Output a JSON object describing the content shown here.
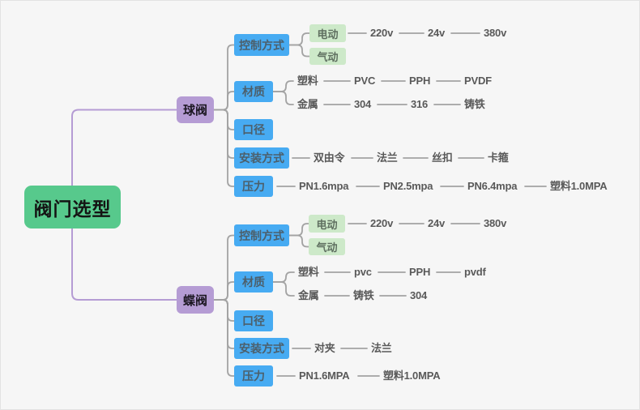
{
  "palette": {
    "canvas_bg": "#f6f6f6",
    "root_green": "#57c98c",
    "branch_purple": "#b59cd4",
    "topic_blue": "#47abf2",
    "sub_green": "#cde9c9",
    "line_gray": "#a3a3a3",
    "line_purple": "#b59cd4",
    "root_text": "#141414",
    "branch_text": "#1c1722",
    "topic_text": "#4c5f6b",
    "sub_text": "#5f6f60",
    "leaf_text": "#595959"
  },
  "mindmap": {
    "root": {
      "label": "阀门选型"
    },
    "branches": [
      {
        "label": "球阀",
        "topics": [
          {
            "label": "控制方式",
            "subs": [
              {
                "label": "电动",
                "chain": [
                  "220v",
                  "24v",
                  "380v"
                ]
              },
              {
                "label": "气动",
                "chain": []
              }
            ]
          },
          {
            "label": "材质",
            "subs": [
              {
                "label": "塑料",
                "chain": [
                  "PVC",
                  "PPH",
                  "PVDF"
                ]
              },
              {
                "label": "金属",
                "chain": [
                  "304",
                  "316",
                  "铸铁"
                ]
              }
            ]
          },
          {
            "label": "口径",
            "subs": []
          },
          {
            "label": "安装方式",
            "chain": [
              "双由令",
              "法兰",
              "丝扣",
              "卡箍"
            ]
          },
          {
            "label": "压力",
            "chain": [
              "PN1.6mpa",
              "PN2.5mpa",
              "PN6.4mpa",
              "塑料1.0MPA"
            ]
          }
        ]
      },
      {
        "label": "蝶阀",
        "topics": [
          {
            "label": "控制方式",
            "subs": [
              {
                "label": "电动",
                "chain": [
                  "220v",
                  "24v",
                  "380v"
                ]
              },
              {
                "label": "气动",
                "chain": []
              }
            ]
          },
          {
            "label": "材质",
            "subs": [
              {
                "label": "塑料",
                "chain": [
                  "pvc",
                  "PPH",
                  "pvdf"
                ]
              },
              {
                "label": "金属",
                "chain": [
                  "铸铁",
                  "304"
                ]
              }
            ]
          },
          {
            "label": "口径",
            "subs": []
          },
          {
            "label": "安装方式",
            "chain": [
              "对夹",
              "法兰"
            ]
          },
          {
            "label": "压力",
            "chain": [
              "PN1.6MPA",
              "塑料1.0MPA"
            ]
          }
        ]
      }
    ]
  }
}
